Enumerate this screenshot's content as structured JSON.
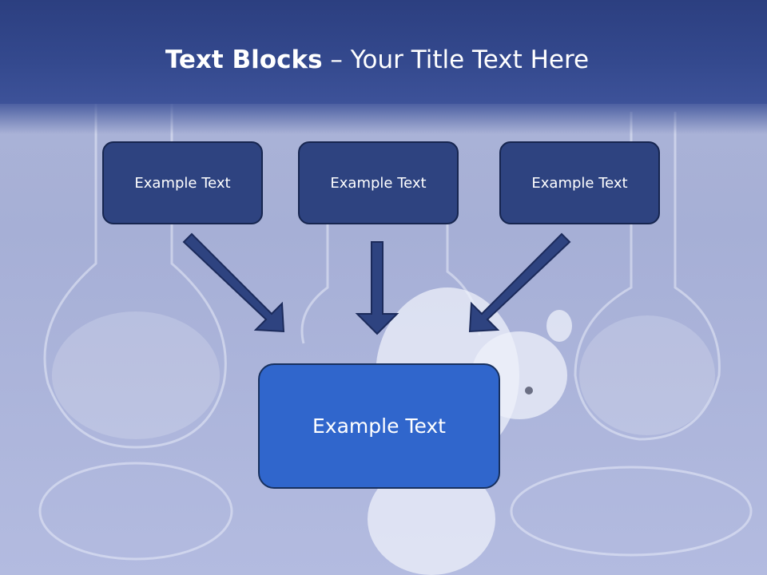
{
  "slide": {
    "title_bold": "Text Blocks",
    "title_dash": " – ",
    "title_rest": "Your Title Text Here"
  },
  "blocks": [
    {
      "label": "Example Text"
    },
    {
      "label": "Example Text"
    },
    {
      "label": "Example Text"
    }
  ],
  "center_block": {
    "label": "Example Text"
  },
  "colors": {
    "title_bar": "#2c3f80",
    "block_fill": "#2e4380",
    "center_fill": "#3066cc",
    "arrow": "#2e4380"
  }
}
